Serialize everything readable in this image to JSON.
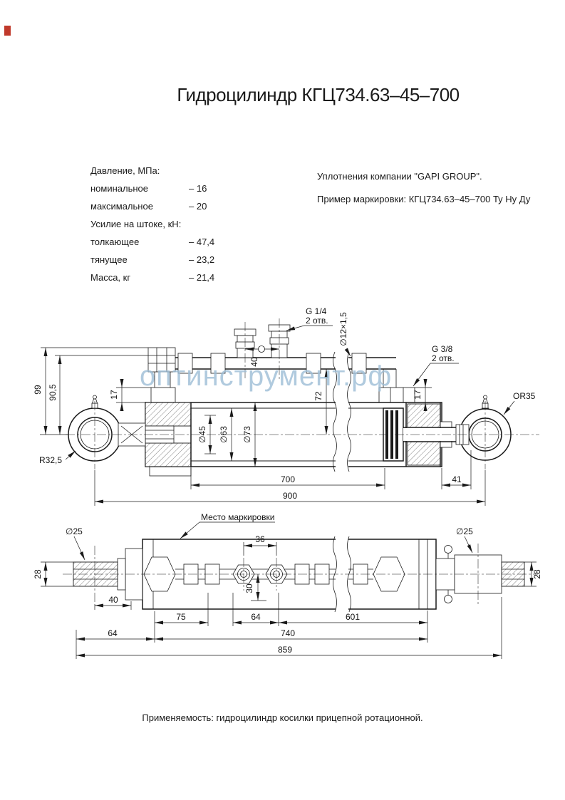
{
  "title": "Гидроцилиндр КГЦ734.63–45–700",
  "specs": {
    "lines": [
      {
        "label": "Давление, МПа:",
        "value": ""
      },
      {
        "label": "номинальное",
        "value": "– 16"
      },
      {
        "label": "максимальное",
        "value": "– 20"
      },
      {
        "label": "Усилие на штоке, кН:",
        "value": ""
      },
      {
        "label": "толкающее",
        "value": "– 47,4"
      },
      {
        "label": "тянущее",
        "value": "– 23,2"
      },
      {
        "label": "Масса, кг",
        "value": "– 21,4"
      }
    ]
  },
  "notes": {
    "seals": "Уплотнения компании \"GAPI GROUP\".",
    "marking": "Пример маркировки: КГЦ734.63–45–700 Ту Ну Ду"
  },
  "watermark": "оптинструмент.рф",
  "side_view": {
    "labels": {
      "port_top": "G 1/4",
      "port_top_qty": "2 отв.",
      "tube": "∅12×1,5",
      "port_side": "G 3/8",
      "port_side_qty": "2 отв.",
      "radius_left": "R32,5",
      "radius_right": "OR35"
    },
    "dims": {
      "h99": "99",
      "h90_5": "90,5",
      "h17_left": "17",
      "h17_right": "17",
      "d40": "40",
      "d72": "72",
      "dia45": "∅45",
      "dia63": "∅63",
      "dia73": "∅73",
      "stroke": "700",
      "rod_ext": "41",
      "length": "900"
    }
  },
  "bottom_view": {
    "labels": {
      "marking": "Место маркировки",
      "dia_left": "∅25",
      "dia_right": "∅25"
    },
    "dims": {
      "w28_left": "28",
      "w28_right": "28",
      "d36": "36",
      "d30": "30",
      "d40": "40",
      "d75": "75",
      "d64a": "64",
      "d601": "601",
      "d64b": "64",
      "d740": "740",
      "d859": "859"
    }
  },
  "footer": "Применяемость: гидроцилиндр косилки прицепной ротационной.",
  "colors": {
    "line": "#1a1a1a",
    "watermark": "#9dbdd6",
    "corner_mark": "#c0392b"
  }
}
